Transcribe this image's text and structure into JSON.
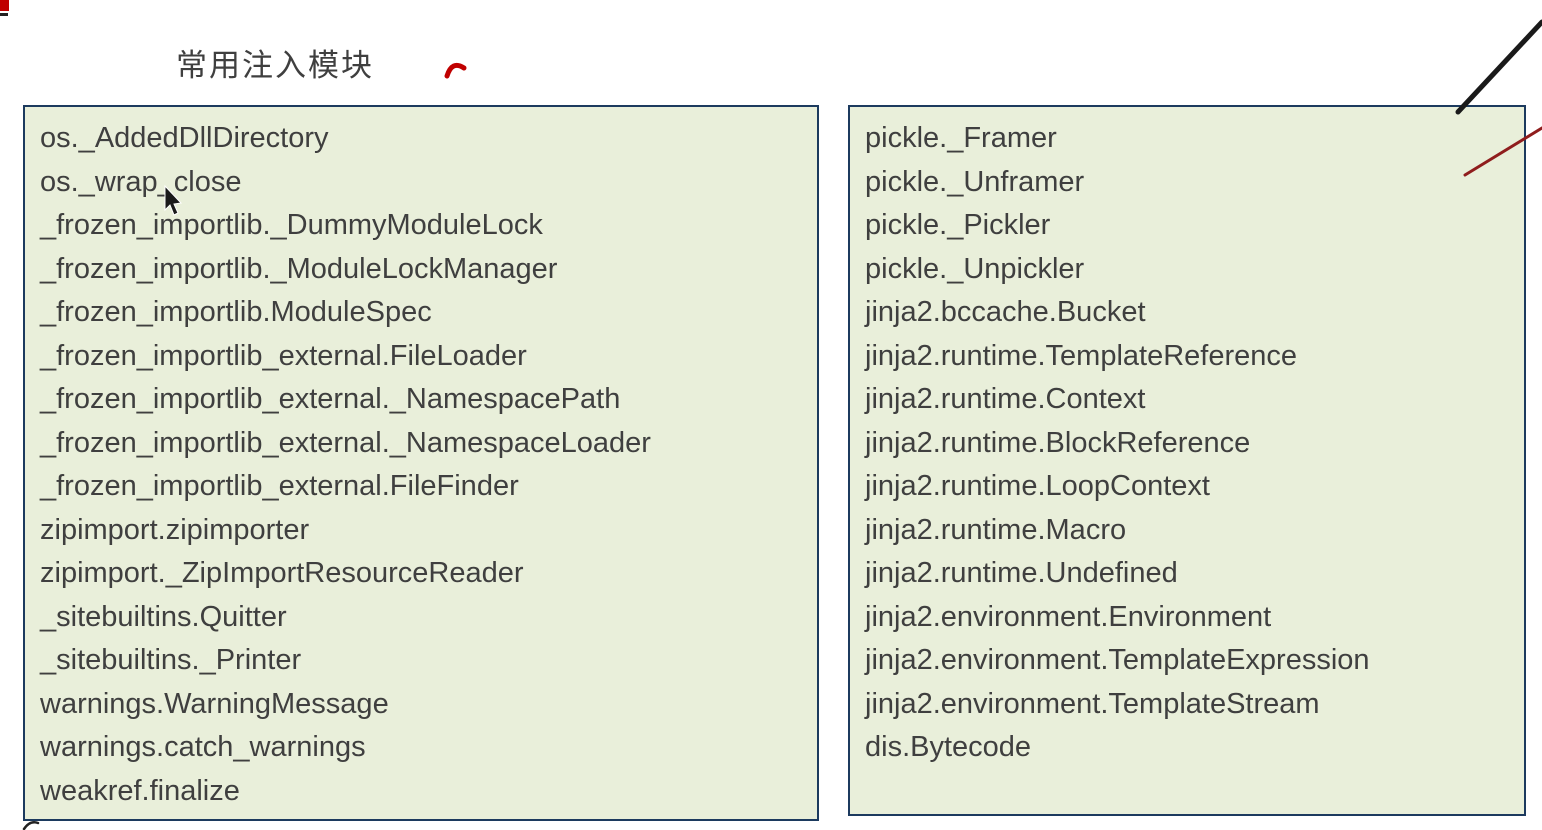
{
  "title": "常用注入模块",
  "left_box": {
    "items": [
      "os._AddedDllDirectory",
      "os._wrap_close",
      "_frozen_importlib._DummyModuleLock",
      "_frozen_importlib._ModuleLockManager",
      "_frozen_importlib.ModuleSpec",
      "_frozen_importlib_external.FileLoader",
      "_frozen_importlib_external._NamespacePath",
      "_frozen_importlib_external._NamespaceLoader",
      "_frozen_importlib_external.FileFinder",
      "zipimport.zipimporter",
      "zipimport._ZipImportResourceReader",
      "_sitebuiltins.Quitter",
      "_sitebuiltins._Printer",
      "warnings.WarningMessage",
      "warnings.catch_warnings",
      "weakref.finalize"
    ]
  },
  "right_box": {
    "items": [
      "pickle._Framer",
      "pickle._Unframer",
      "pickle._Pickler",
      "pickle._Unpickler",
      "jinja2.bccache.Bucket",
      "jinja2.runtime.TemplateReference",
      "jinja2.runtime.Context",
      "jinja2.runtime.BlockReference",
      "jinja2.runtime.LoopContext",
      "jinja2.runtime.Macro",
      "jinja2.runtime.Undefined",
      "jinja2.environment.Environment",
      "jinja2.environment.TemplateExpression",
      "jinja2.environment.TemplateStream",
      "dis.Bytecode"
    ]
  },
  "colors": {
    "box_background": "#e9efda",
    "box_border": "#1c3a5e",
    "text": "#3f3f3f",
    "annotation_red": "#c00000",
    "annotation_dark_red": "#8f1d1d",
    "stroke_black": "#1a1a1a"
  }
}
